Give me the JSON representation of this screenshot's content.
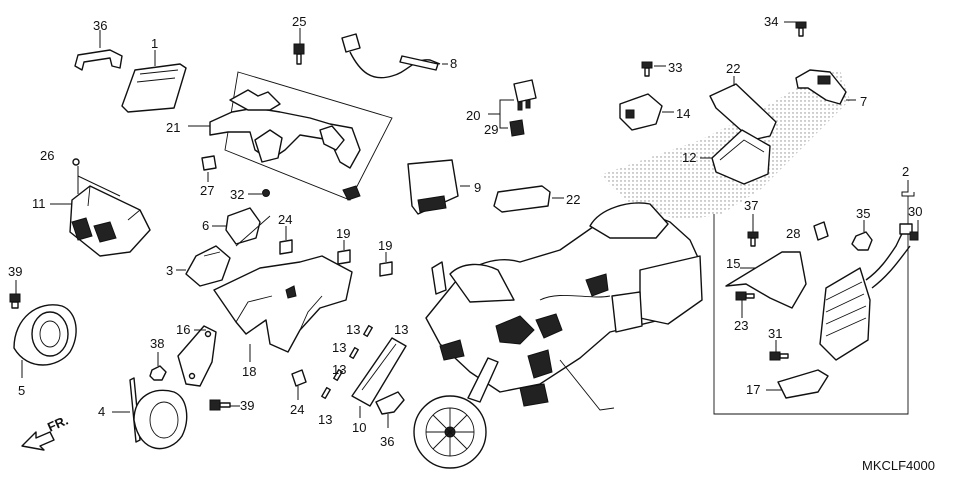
{
  "diagram_code": "MKCLF4000",
  "front_indicator": "FR.",
  "callouts": [
    "1",
    "2",
    "3",
    "4",
    "5",
    "6",
    "7",
    "8",
    "9",
    "10",
    "11",
    "12",
    "13",
    "14",
    "15",
    "16",
    "17",
    "18",
    "19",
    "20",
    "21",
    "22",
    "23",
    "24",
    "25",
    "26",
    "27",
    "28",
    "29",
    "30",
    "31",
    "32",
    "33",
    "34",
    "35",
    "36",
    "37",
    "38",
    "39"
  ],
  "colors": {
    "ink": "#111111",
    "background": "#ffffff",
    "dot_shading": "#9a9a9a"
  }
}
